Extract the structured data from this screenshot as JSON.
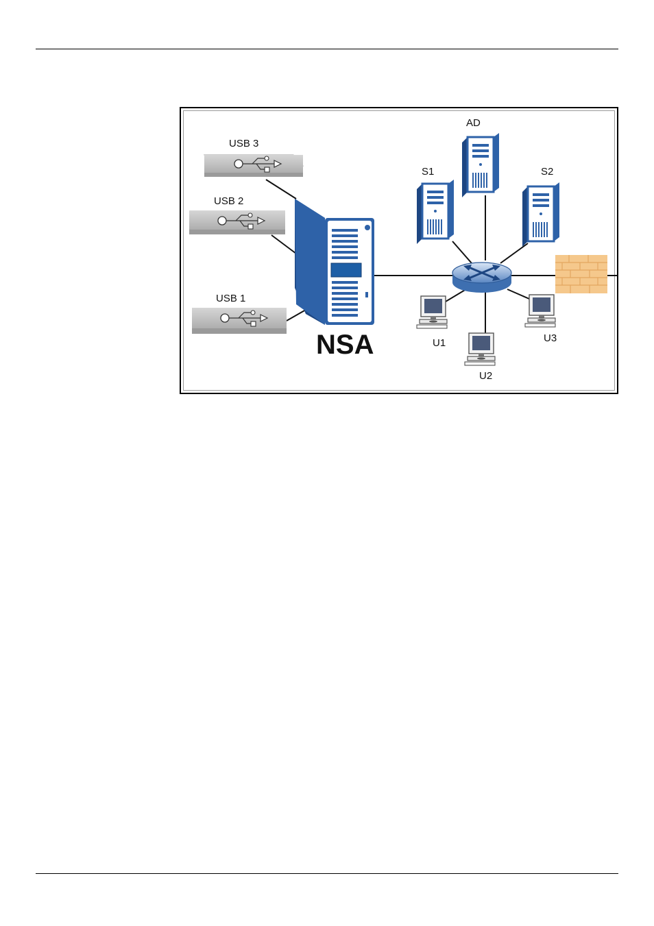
{
  "diagram": {
    "labels": {
      "usb3": "USB 3",
      "usb2": "USB 2",
      "usb1": "USB 1",
      "nsa": "NSA",
      "ad": "AD",
      "s1": "S1",
      "s2": "S2",
      "u1": "U1",
      "u2": "U2",
      "u3": "U3"
    },
    "colors": {
      "server_blue": "#2e62a8",
      "server_dark": "#1d4682",
      "drive_gray": "#c9c9c9",
      "firewall": "#f5c88c"
    },
    "icons": [
      "usb-drive-icon",
      "nas-server-icon",
      "tower-server-icon",
      "router-switch-icon",
      "desktop-computer-icon",
      "firewall-icon"
    ]
  }
}
